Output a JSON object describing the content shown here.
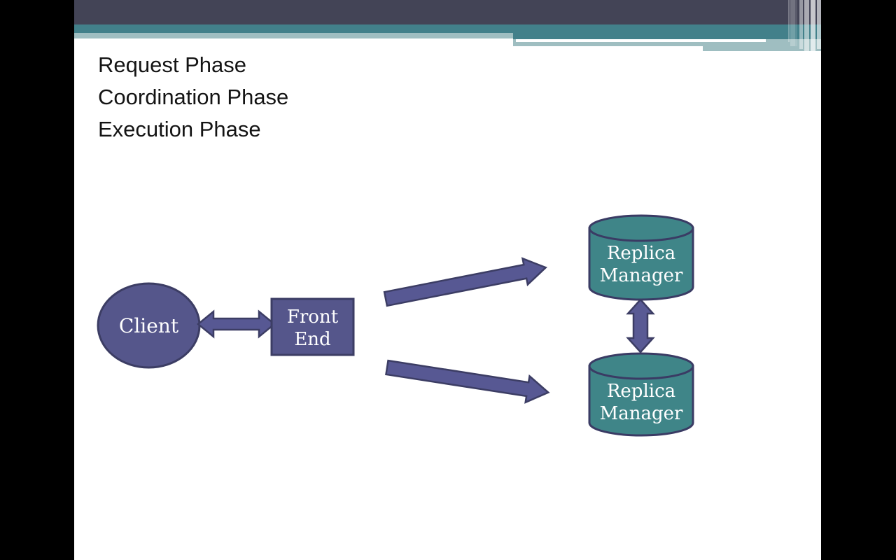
{
  "slide": {
    "title_lines": [
      "Request Phase",
      "Coordination Phase",
      "Execution Phase"
    ]
  },
  "diagram": {
    "client_label": "Client",
    "front_end_line1": "Front",
    "front_end_line2": "End",
    "replica_top_line1": "Replica",
    "replica_top_line2": "Manager",
    "replica_bottom_line1": "Replica",
    "replica_bottom_line2": "Manager"
  },
  "colors": {
    "header_dark": "#434456",
    "header_teal": "#42808A",
    "header_light_teal": "#9FBEC1",
    "shape_purple": "#55568B",
    "shape_border": "#3C3D64",
    "arrow_purple": "#575893",
    "cylinder_teal": "#3F8588",
    "cylinder_border": "#3A3B64",
    "label_text": "#FFFFFF",
    "title_text": "#141414"
  }
}
